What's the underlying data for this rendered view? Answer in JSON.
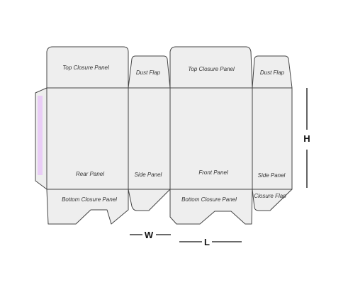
{
  "panels": {
    "top_closure_left": "Top Closure Panel",
    "top_closure_right": "Top Closure Panel",
    "dust_flap_left": "Dust Flap",
    "dust_flap_right": "Dust Flap",
    "rear": "Rear Panel",
    "side_left": "Side Panel",
    "front": "Front Panel",
    "side_right": "Side Panel",
    "bottom_closure_left": "Bottom Closure Panel",
    "bottom_closure_right": "Bottom Closure Panel",
    "closure_flap": "Closure Flap"
  },
  "dimensions": {
    "width": "W",
    "length": "L",
    "height": "H"
  },
  "colors": {
    "panel_fill": "#eeeeee",
    "outline": "#444444",
    "glue_strip": "#e9cdf6"
  }
}
